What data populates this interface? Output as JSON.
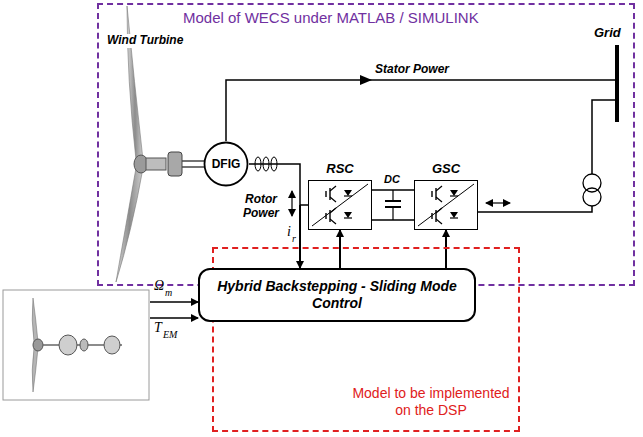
{
  "diagram": {
    "nodes": [
      {
        "text": [
          "Model of WECS under MATLAB / SIMULINK"
        ]
      },
      {
        "text": [
          "DFIG"
        ],
        "in": 0
      },
      {
        "text": [
          "RSC"
        ],
        "in": 0
      },
      {
        "text": [
          "GSC"
        ],
        "in": 0
      },
      {
        "text": [
          "Model to be implemented on the DSP"
        ]
      },
      {
        "text": [
          "Hybrid Backstepping - Sliding Mode Control"
        ],
        "in": 4
      }
    ],
    "edges": [
      {
        "from": 1,
        "to": 2,
        "arrow": "none"
      },
      {
        "from": 2,
        "to": 3,
        "arrow": "none"
      },
      {
        "from": 5,
        "to": 2,
        "arrow": "to"
      },
      {
        "from": 5,
        "to": 3,
        "arrow": "to"
      }
    ],
    "labels": [
      "Wind Turbine",
      "Stator Power",
      "Grid",
      "Rotor Power",
      "DC",
      "i",
      "r",
      "Ω",
      "m",
      "T",
      "EM"
    ]
  }
}
